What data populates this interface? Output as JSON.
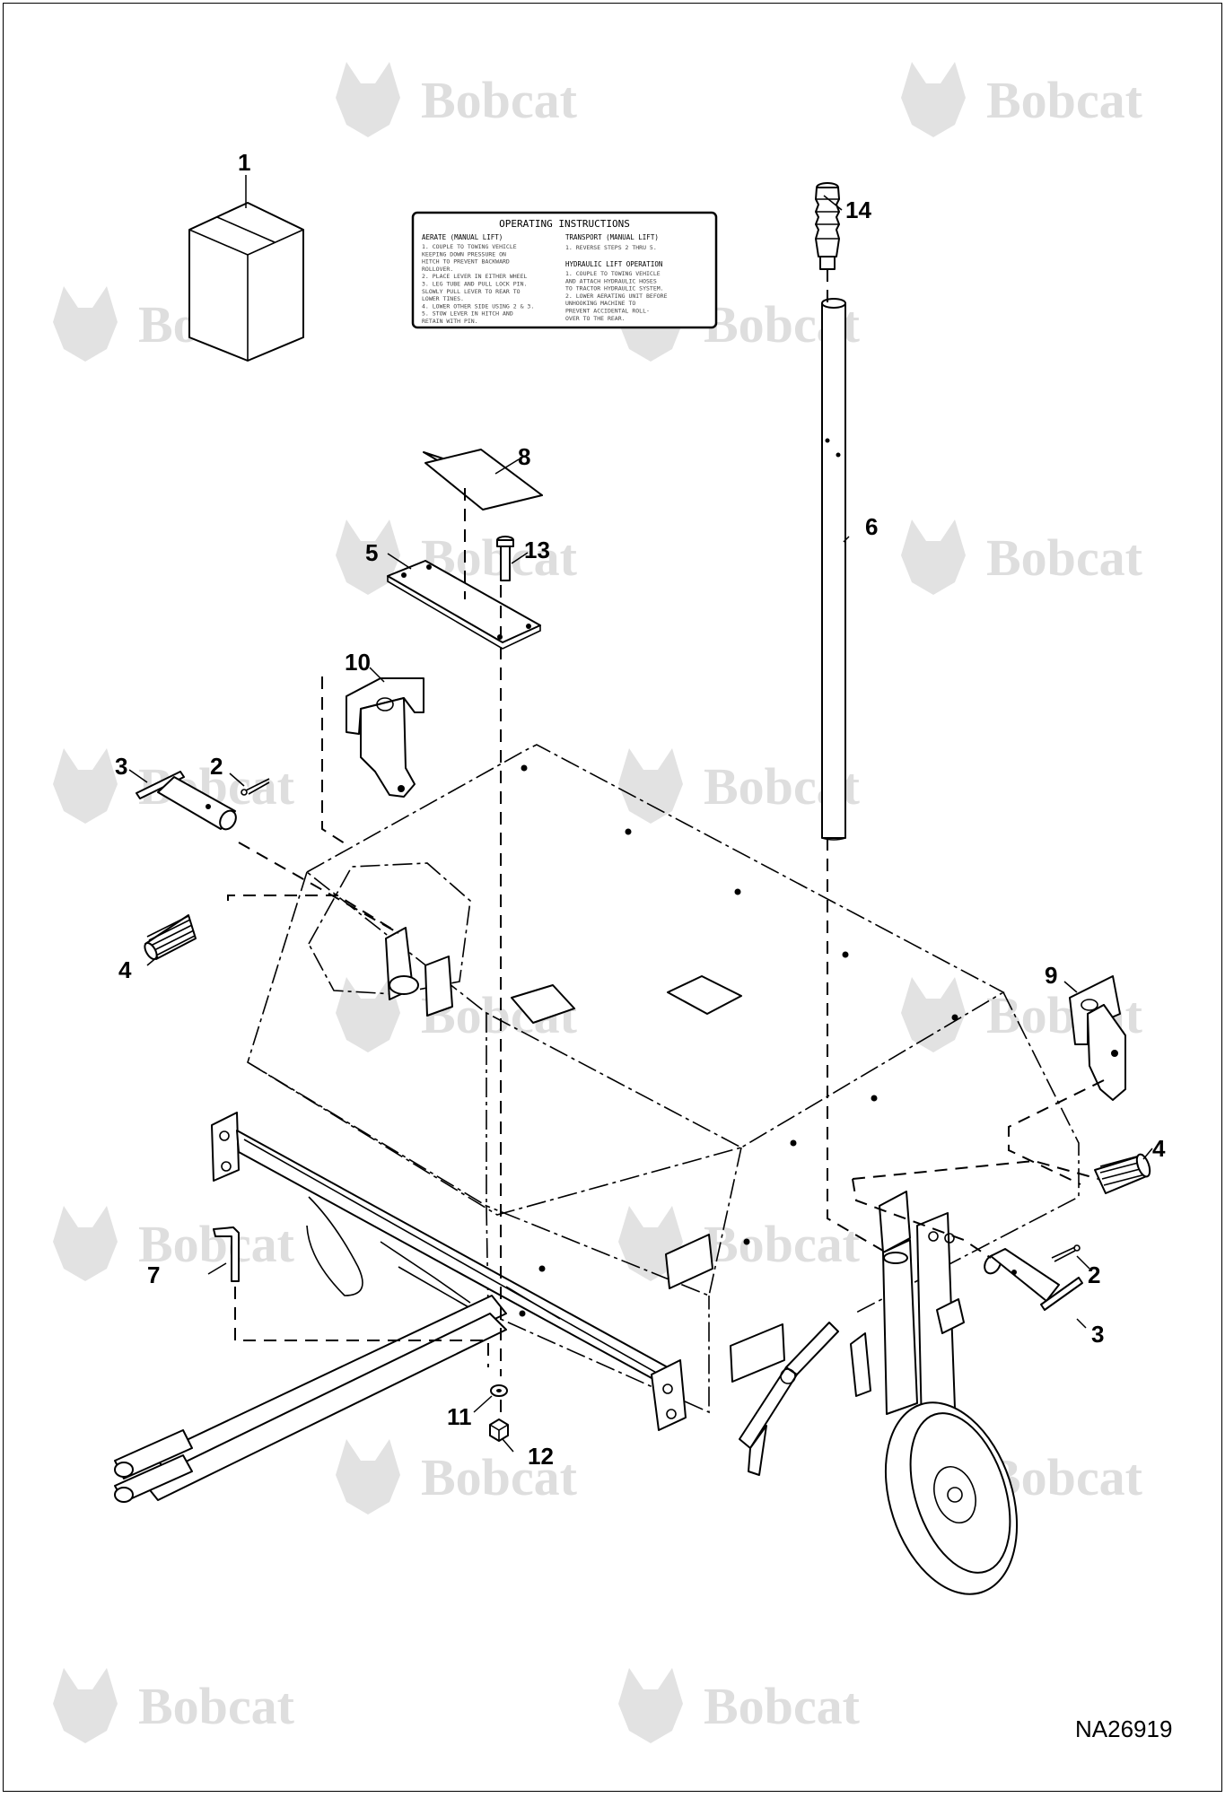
{
  "figure_id": "NA26919",
  "watermark": "Bobcat",
  "callouts": [
    "1",
    "2",
    "3",
    "4",
    "5",
    "6",
    "7",
    "8",
    "9",
    "10",
    "11",
    "12",
    "13",
    "14"
  ],
  "decal": {
    "title": "OPERATING INSTRUCTIONS",
    "left_heading": "AERATE (MANUAL LIFT)",
    "left_lines": [
      "1. COUPLE TO TOWING VEHICLE",
      "   KEEPING DOWN PRESSURE ON",
      "   HITCH TO PREVENT BACKWARD",
      "   ROLLOVER.",
      "2. PLACE LEVER IN EITHER WHEEL",
      "3. LEG TUBE AND PULL LOCK PIN.",
      "   SLOWLY PULL LEVER TO REAR TO",
      "   LOWER TINES.",
      "4. LOWER OTHER SIDE USING 2 & 3.",
      "5. STOW LEVER IN HITCH AND",
      "   RETAIN WITH PIN."
    ],
    "right_heading1": "TRANSPORT (MANUAL LIFT)",
    "right_line1": "1. REVERSE STEPS 2 THRU 5.",
    "right_heading2": "HYDRAULIC LIFT OPERATION",
    "right_lines": [
      "1. COUPLE TO TOWING VEHICLE",
      "   AND ATTACH HYDRAULIC HOSES",
      "   TO TRACTOR HYDRAULIC SYSTEM.",
      "2. LOWER AERATING UNIT BEFORE",
      "   UNHOOKING MACHINE TO",
      "   PREVENT ACCIDENTAL ROLL-",
      "   OVER TO THE REAR."
    ]
  }
}
